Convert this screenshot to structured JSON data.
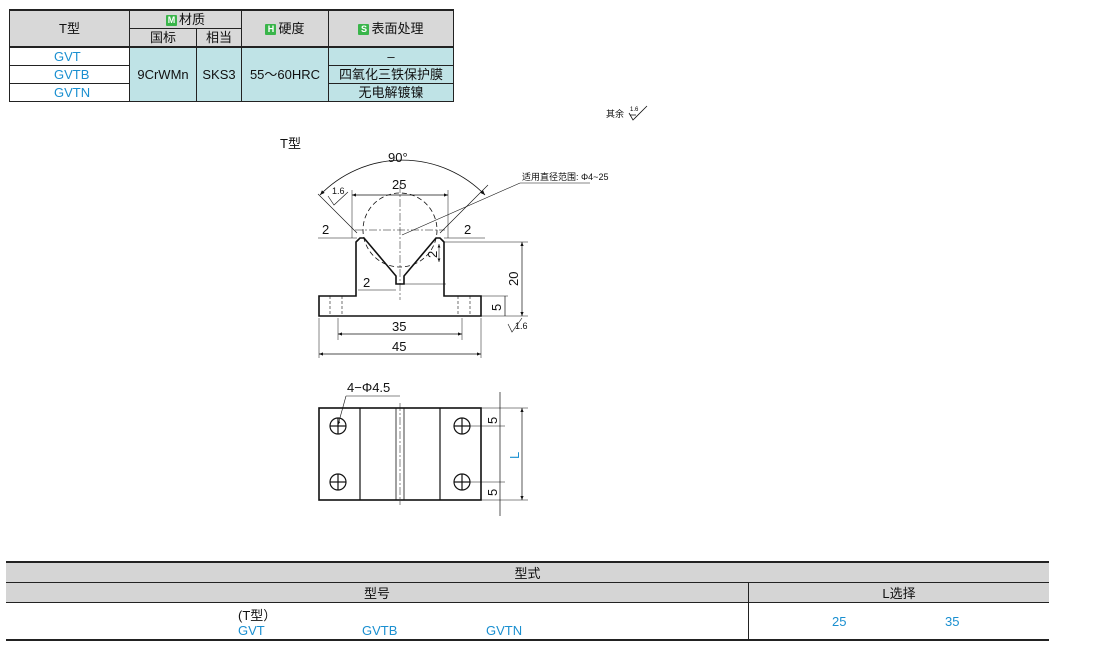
{
  "spec_table": {
    "col_type": "T型",
    "col_material": "材质",
    "material_sub": [
      "国标",
      "相当"
    ],
    "col_hardness": "硬度",
    "col_surface": "表面处理",
    "badges": {
      "material": "M",
      "hardness": "H",
      "surface": "S"
    },
    "models": [
      "GVT",
      "GVTB",
      "GVTN"
    ],
    "material_gb": "9CrWMn",
    "material_eq": "SKS3",
    "hardness": "55～60HRC",
    "surfaces": [
      "–",
      "四氧化三铁保护膜",
      "无电解镀镍"
    ]
  },
  "surface_note": "其余",
  "roughness_main": "1.6",
  "drawing": {
    "title": "T型",
    "angle": "90°",
    "applicable": "适用直径范围: Φ4~25",
    "dims": {
      "top_width": "25",
      "chamfer_left": "2",
      "chamfer_right": "2",
      "slot_side": "2",
      "slot_bottom": "2",
      "height": "20",
      "base_h": "5",
      "inner": "35",
      "outer": "45",
      "holes": "4−Φ4.5",
      "hole_top": "5",
      "hole_bottom": "5",
      "length": "L"
    },
    "roughness_small": "1.6"
  },
  "bottom_table": {
    "header": "型式",
    "col_model": "型号",
    "col_l": "L选择",
    "type_label": "(T型）",
    "models": [
      "GVT",
      "GVTB",
      "GVTN"
    ],
    "l_values": [
      "25",
      "35"
    ]
  },
  "colors": {
    "accent": "#1a8fd0",
    "teal": "#bfe3e6",
    "header": "#d8d8d8",
    "badge": "#39b54a"
  }
}
